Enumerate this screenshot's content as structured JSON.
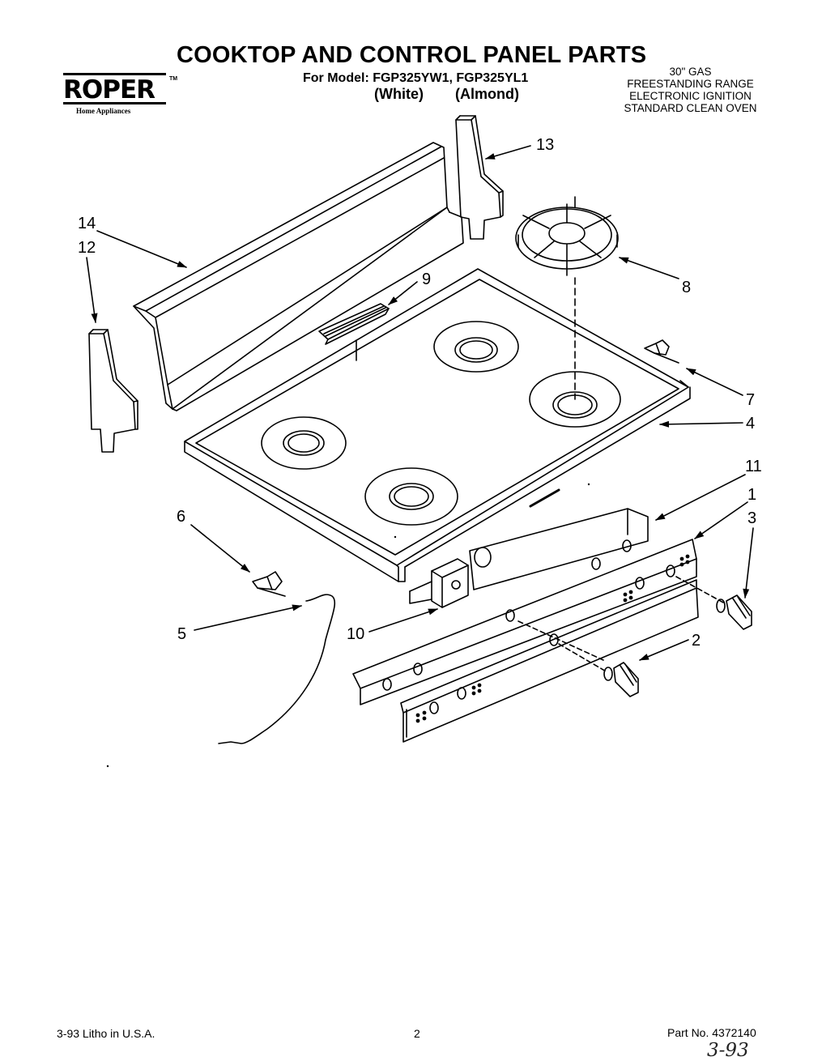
{
  "header": {
    "title": "COOKTOP AND CONTROL PANEL PARTS",
    "model_line": "For Model: FGP325YW1, FGP325YL1",
    "color_white": "(White)",
    "color_almond": "(Almond)",
    "brand": "ROPER",
    "brand_trademark": "TM",
    "brand_subtitle": "Home Appliances",
    "spec_lines": [
      "30\" GAS",
      "FREESTANDING RANGE",
      "ELECTRONIC IGNITION",
      "STANDARD CLEAN OVEN"
    ]
  },
  "callouts": {
    "c1": "1",
    "c2": "2",
    "c3": "3",
    "c4": "4",
    "c5": "5",
    "c6": "6",
    "c7": "7",
    "c8": "8",
    "c9": "9",
    "c10": "10",
    "c11": "11",
    "c12": "12",
    "c13": "13",
    "c14": "14"
  },
  "footer": {
    "date_litho": "3-93  Litho in U.S.A.",
    "page": "2",
    "part_no": "Part No. 4372140",
    "handwritten": "3-93"
  }
}
